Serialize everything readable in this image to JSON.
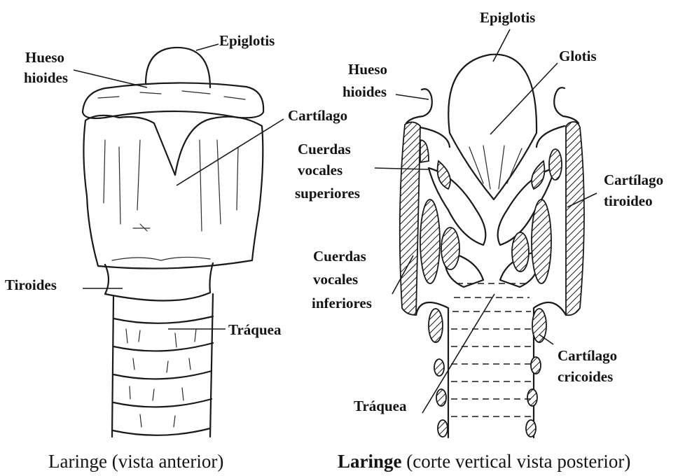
{
  "left_figure": {
    "labels": {
      "epiglotis": "Epiglotis",
      "hueso_hioides_1": "Hueso",
      "hueso_hioides_2": "hioides",
      "cartilago": "Cartílago",
      "tiroides": "Tiroides",
      "traquea": "Tráquea"
    },
    "caption": "Laringe (vista anterior)"
  },
  "right_figure": {
    "labels": {
      "epiglotis": "Epiglotis",
      "glotis": "Glotis",
      "hueso_hioides_1": "Hueso",
      "hueso_hioides_2": "hioides",
      "cuerdas_sup_1": "Cuerdas",
      "cuerdas_sup_2": "vocales",
      "cuerdas_sup_3": "superiores",
      "cartilago_tiroideo_1": "Cartílago",
      "cartilago_tiroideo_2": "tiroideo",
      "cuerdas_inf_1": "Cuerdas",
      "cuerdas_inf_2": "vocales",
      "cuerdas_inf_3": "inferiores",
      "cartilago_cricoides_1": "Cartílago",
      "cartilago_cricoides_2": "cricoides",
      "traquea": "Tráquea"
    },
    "caption_bold": "Laringe",
    "caption_rest": " (corte vertical vista posterior)"
  }
}
